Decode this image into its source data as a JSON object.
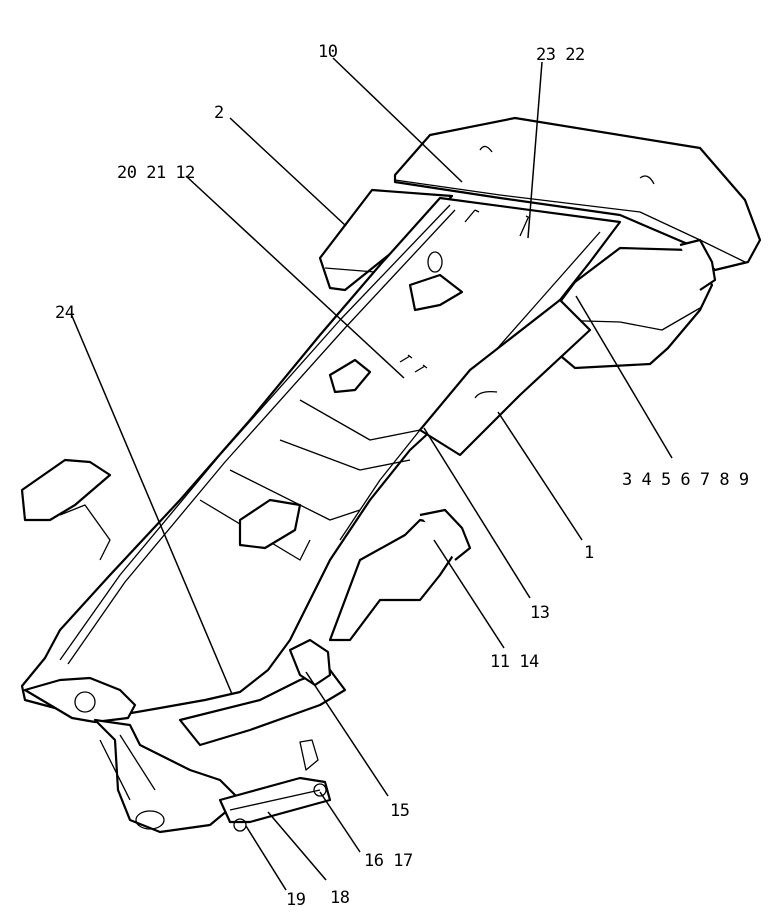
{
  "callouts": {
    "c10": "10",
    "c23_22": "23  22",
    "c2": "2",
    "c20_21_12": "20  21 12",
    "c24": "24",
    "c3_9": "3 4 5 6 7 8 9",
    "c1": "1",
    "c13": "13",
    "c11_14": "11  14",
    "c15": "15",
    "c16_17": "16  17",
    "c19": "19",
    "c18": "18"
  }
}
